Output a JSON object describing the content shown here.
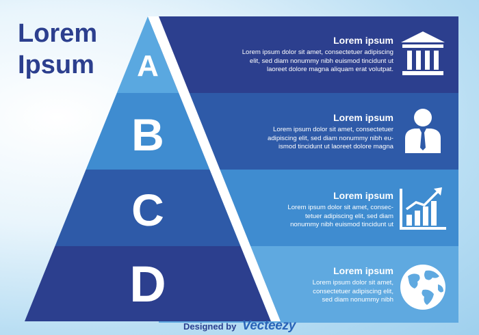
{
  "title": {
    "line1": "Lorem",
    "line2": "Ipsum"
  },
  "colors": {
    "band_1": "#2c3f8e",
    "band_2": "#2e5aa8",
    "band_3": "#3f8cd0",
    "band_4": "#5fa9e0",
    "pyramid_1": "#5aa8e0",
    "pyramid_2": "#3f8cd0",
    "pyramid_3": "#2e5aa8",
    "pyramid_4": "#2c3f8e"
  },
  "pyramid": {
    "levels": [
      "A",
      "B",
      "C",
      "D"
    ]
  },
  "bands": [
    {
      "heading": "Lorem ipsum",
      "text": "Lorem ipsum dolor sit amet, consectetuer adipiscing\nelit, sed diam nonummy nibh euismod tincidunt ut\nlaoreet dolore magna aliquam erat volutpat.",
      "icon": "bank-building-icon"
    },
    {
      "heading": "Lorem ipsum",
      "text": "Lorem ipsum dolor sit amet, consectetuer\nadipiscing elit, sed diam nonummy nibh eu-\nismod tincidunt ut laoreet dolore magna",
      "icon": "businessman-icon"
    },
    {
      "heading": "Lorem ipsum",
      "text": "Lorem ipsum dolor sit amet, consec-\ntetuer adipiscing elit, sed diam\nnonummy nibh euismod tincidunt ut",
      "icon": "growth-chart-icon"
    },
    {
      "heading": "Lorem ipsum",
      "text": "Lorem ipsum dolor sit amet,\nconsectetuer adipiscing elit,\nsed diam nonummy nibh",
      "icon": "globe-icon"
    }
  ],
  "footer": {
    "designed": "Designed by",
    "brand": "Vecteezy"
  }
}
